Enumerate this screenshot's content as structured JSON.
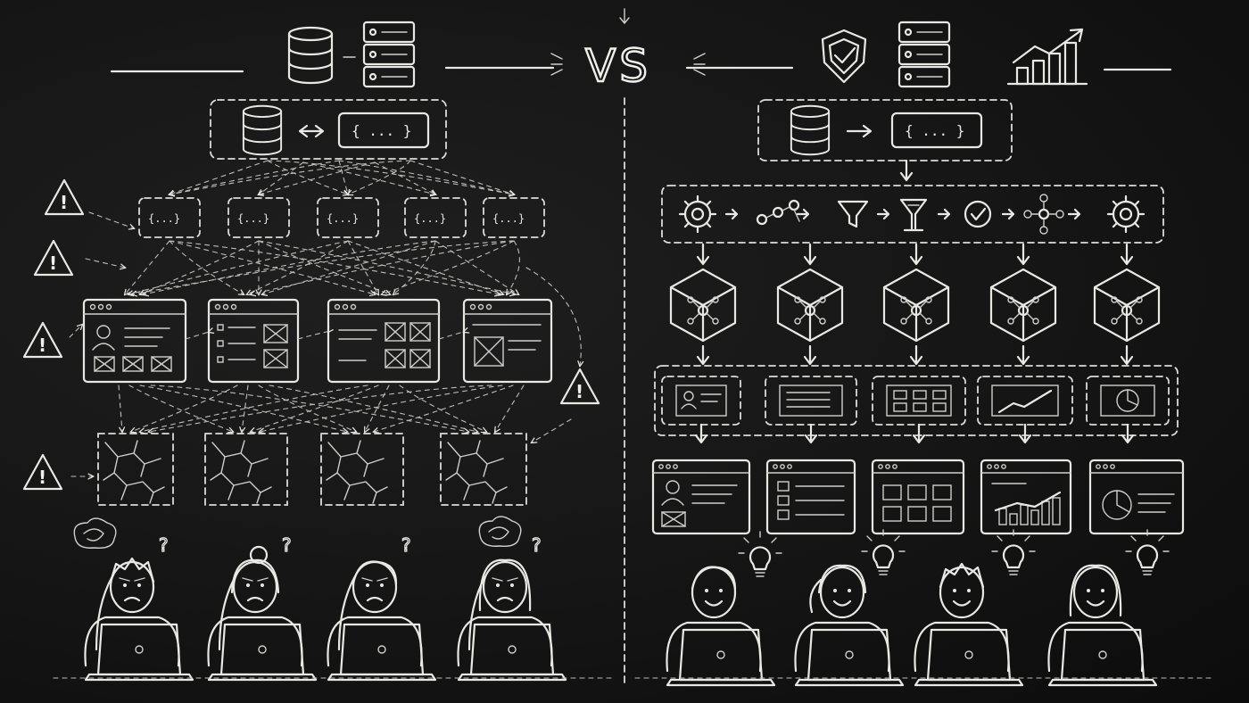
{
  "vs_label": "VS",
  "data_object_label": "{ ... }",
  "object_node_label": "{...}",
  "warning_glyph": "!",
  "confused_glyph": "?",
  "colors": {
    "background": "#141414",
    "chalk": "#e8e8e4"
  },
  "left_panel": {
    "object_nodes": 5,
    "screens": 4,
    "cracked_tiles": 4,
    "warnings": 5,
    "people": 4
  },
  "right_panel": {
    "pipeline_steps": [
      "gear-icon",
      "nodes-icon",
      "funnel-icon",
      "filter-icon",
      "check-icon",
      "network-icon",
      "gear-icon"
    ],
    "cubes": 5,
    "widgets": [
      "profile-card",
      "list-card",
      "grid-card",
      "chart-card",
      "pie-card"
    ],
    "screens": 5,
    "people": 4
  }
}
